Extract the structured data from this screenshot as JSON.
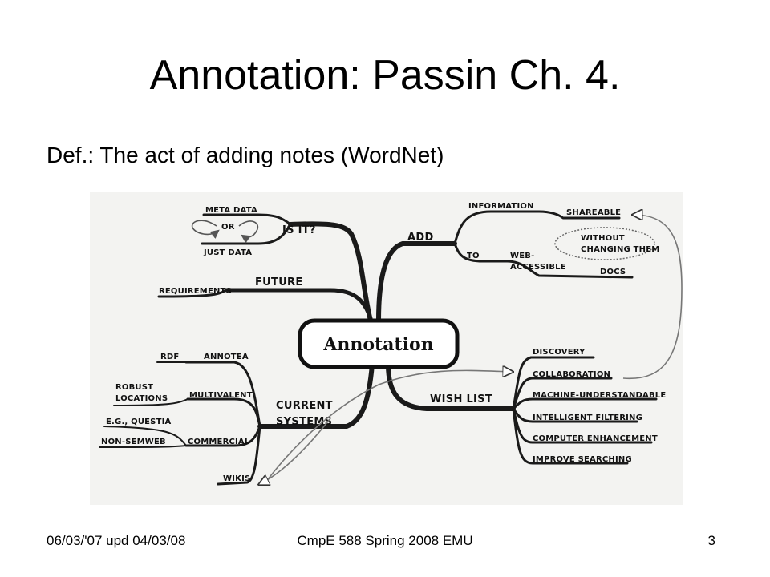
{
  "slide": {
    "title": "Annotation: Passin Ch. 4.",
    "definition": "Def.: The act of adding notes (WordNet)"
  },
  "mindmap": {
    "center": "Annotation",
    "is_it": {
      "label": "IS IT?",
      "meta_data": "META DATA",
      "or": "OR",
      "just_data": "JUST DATA"
    },
    "future": {
      "label": "FUTURE",
      "requirements": "REQUIREMENTS"
    },
    "current_systems": {
      "label_line1": "CURRENT",
      "label_line2": "SYSTEMS",
      "annotea": "ANNOTEA",
      "rdf": "RDF",
      "multivalent": "MULTIVALENT",
      "robust_line1": "ROBUST",
      "robust_line2": "LOCATIONS",
      "commercial": "COMMERCIAL",
      "questia": "E.G., QUESTIA",
      "non_semweb": "NON-SEMWEB",
      "wikis": "WIKIS"
    },
    "add": {
      "label": "ADD",
      "information": "INFORMATION",
      "shareable": "SHAREABLE",
      "without_line1": "WITHOUT",
      "without_line2": "CHANGING THEM",
      "to": "TO",
      "web_line1": "WEB-",
      "web_line2": "ACCESSIBLE",
      "docs": "DOCS"
    },
    "wish_list": {
      "label": "WISH LIST",
      "items": [
        "DISCOVERY",
        "COLLABORATION",
        "MACHINE-UNDERSTANDABLE",
        "INTELLIGENT FILTERING",
        "COMPUTER ENHANCEMENT",
        "IMPROVE SEARCHING"
      ]
    }
  },
  "footer": {
    "date": "06/03/'07 upd 04/03/08",
    "course": "CmpE 588 Spring 2008 EMU",
    "page": "3"
  }
}
